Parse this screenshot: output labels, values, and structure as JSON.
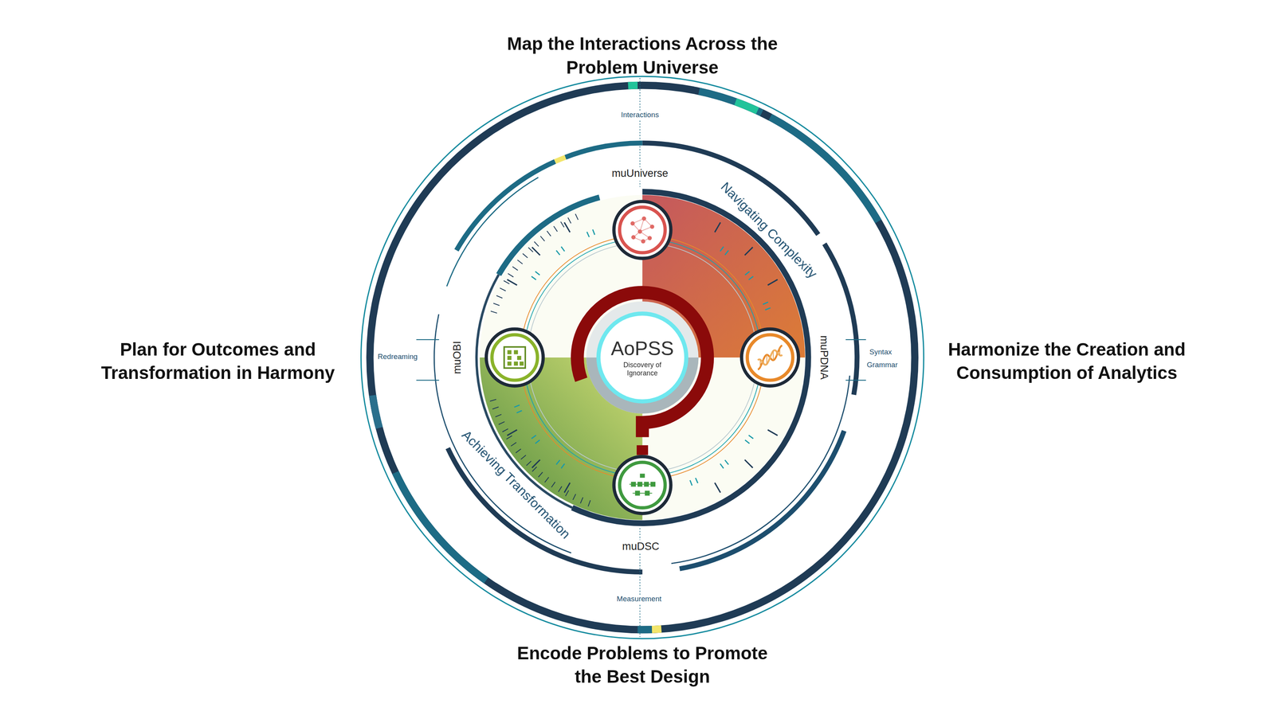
{
  "diagram": {
    "nodes": [
      {
        "text": [
          "AoPSS",
          "Discovery of Ignorance"
        ]
      }
    ],
    "labels": [
      "Map the Interactions Across the Problem Universe",
      "Plan for Outcomes and Transformation in Harmony",
      "Harmonize the Creation and Consumption of Analytics",
      "Encode Problems to Promote the Best Design",
      "Interactions",
      "muUniverse",
      "Navigating Complexity",
      "Redreaming",
      "muOBI",
      "muPDNA",
      "Syntax",
      "Grammar",
      "Achieving Transformation",
      "muDSC",
      "Measurement"
    ]
  }
}
